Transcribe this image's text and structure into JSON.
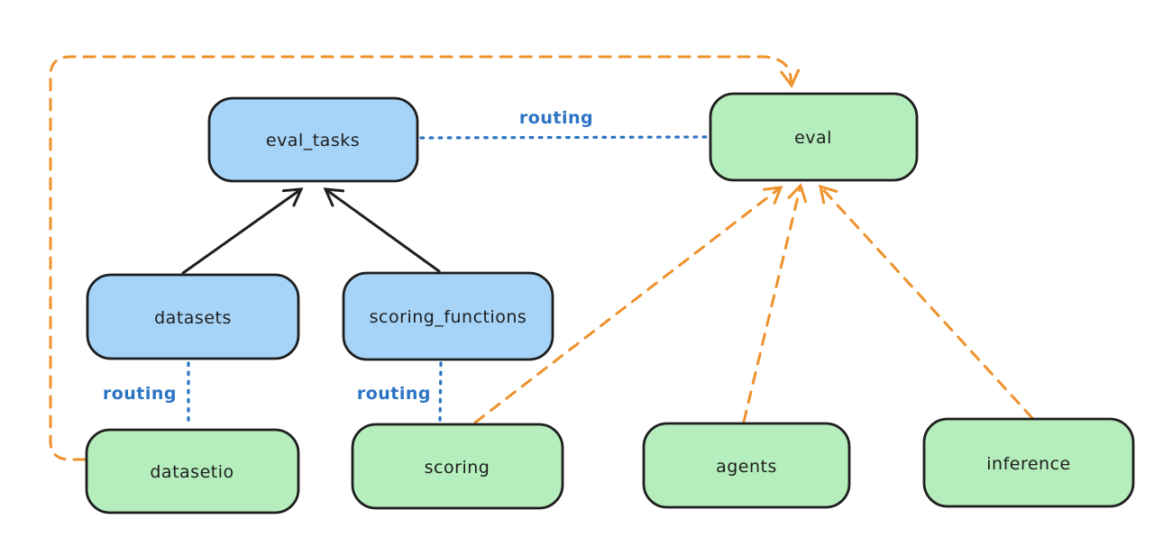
{
  "diagram": {
    "type": "architecture-graph",
    "background": "#ffffff",
    "nodes": {
      "eval_tasks": {
        "label": "eval_tasks",
        "kind": "resource",
        "fill": "#a6d4f8"
      },
      "eval": {
        "label": "eval",
        "kind": "api",
        "fill": "#b5edbc"
      },
      "datasets": {
        "label": "datasets",
        "kind": "resource",
        "fill": "#a6d4f8"
      },
      "scoring_functions": {
        "label": "scoring_functions",
        "kind": "resource",
        "fill": "#a6d4f8"
      },
      "datasetio": {
        "label": "datasetio",
        "kind": "api",
        "fill": "#b5edbc"
      },
      "scoring": {
        "label": "scoring",
        "kind": "api",
        "fill": "#b5edbc"
      },
      "agents": {
        "label": "agents",
        "kind": "api",
        "fill": "#b5edbc"
      },
      "inference": {
        "label": "inference",
        "kind": "api",
        "fill": "#b5edbc"
      }
    },
    "edges": [
      {
        "from": "datasets",
        "to": "eval_tasks",
        "style": "solid",
        "color": "black",
        "arrow": "to",
        "label": ""
      },
      {
        "from": "scoring_functions",
        "to": "eval_tasks",
        "style": "solid",
        "color": "black",
        "arrow": "to",
        "label": ""
      },
      {
        "from": "eval_tasks",
        "to": "eval",
        "style": "dotted",
        "color": "blue",
        "arrow": "none",
        "label": "routing"
      },
      {
        "from": "datasets",
        "to": "datasetio",
        "style": "dotted",
        "color": "blue",
        "arrow": "none",
        "label": "routing"
      },
      {
        "from": "scoring_functions",
        "to": "scoring",
        "style": "dotted",
        "color": "blue",
        "arrow": "none",
        "label": "routing"
      },
      {
        "from": "datasetio",
        "to": "eval",
        "style": "dashed",
        "color": "orange",
        "arrow": "to",
        "label": ""
      },
      {
        "from": "scoring",
        "to": "eval",
        "style": "dashed",
        "color": "orange",
        "arrow": "to",
        "label": ""
      },
      {
        "from": "agents",
        "to": "eval",
        "style": "dashed",
        "color": "orange",
        "arrow": "to",
        "label": ""
      },
      {
        "from": "inference",
        "to": "eval",
        "style": "dashed",
        "color": "orange",
        "arrow": "to",
        "label": ""
      }
    ],
    "colors": {
      "node_stroke": "#1e1e1e",
      "text": "#1e1e1e",
      "routing_blue": "#2b74c4",
      "orange": "#ee922c",
      "blue_fill": "#a6d4f8",
      "green_fill": "#b5edbc",
      "background": "#ffffff"
    }
  }
}
